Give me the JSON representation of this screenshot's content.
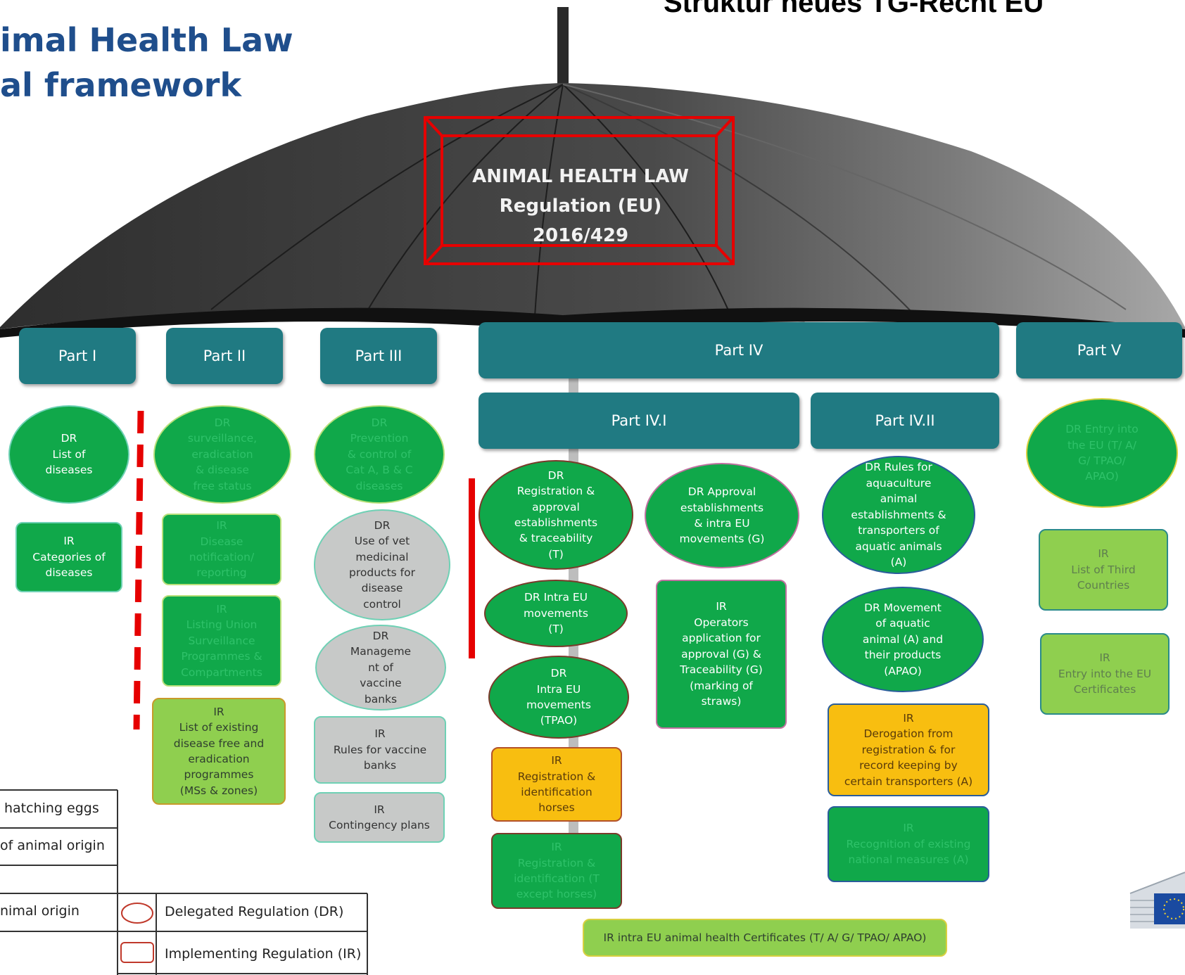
{
  "header": {
    "title_line1": "imal Health Law",
    "title_line2": "al framework",
    "top_right": "Struktur neues TG-Recht EU"
  },
  "center_box": {
    "line1": "ANIMAL HEALTH LAW",
    "line2": "Regulation (EU) 2016/429"
  },
  "parts": {
    "p1": "Part I",
    "p2": "Part II",
    "p3": "Part III",
    "p4": "Part IV",
    "p5": "Part V",
    "p41": "Part IV.I",
    "p42": "Part IV.II"
  },
  "nodes": {
    "n1": "DR\nList of\ndiseases",
    "n2": "IR\nCategories of\ndiseases",
    "n3": "DR\nsurveillance,\neradication\n& disease\nfree status",
    "n4": "IR\nDisease\nnotification/\nreporting",
    "n5": "IR\nListing Union\nSurveillance\nProgrammes &\nCompartments",
    "n6": "IR\nList of existing\ndisease free and\neradication\nprogrammes\n(MSs & zones)",
    "n7": "DR\nPrevention\n& control of\nCat A, B & C\ndiseases",
    "n8": "DR\nUse of vet\nmedicinal\nproducts for\ndisease\ncontrol",
    "n9": "DR\nManageme\nnt of\nvaccine\nbanks",
    "n10": "IR\nRules for vaccine\nbanks",
    "n11": "IR\nContingency plans",
    "n12": "DR\nRegistration &\napproval\nestablishments\n& traceability\n(T)",
    "n13": "DR Intra EU\nmovements\n(T)",
    "n14": "DR\nIntra EU\nmovements\n(TPAO)",
    "n15": "IR\nRegistration &\nidentification\nhorses",
    "n16": "IR\nRegistration &\nidentification (T\nexcept horses)",
    "n17": "DR Approval\nestablishments\n& intra EU\nmovements (G)",
    "n18": "IR\nOperators\napplication for\napproval (G) &\nTraceability (G)\n(marking of\nstraws)",
    "n19": "DR Rules for\naquaculture\nanimal\nestablishments &\ntransporters of\naquatic animals\n(A)",
    "n20": "DR Movement\nof aquatic\nanimal (A) and\ntheir products\n(APAO)",
    "n21": "IR\nDerogation from\nregistration & for\nrecord keeping by\ncertain transporters (A)",
    "n22": "IR\nRecognition of existing\nnational measures (A)",
    "n23": "DR Entry into\nthe EU (T/ A/\nG/ TPAO/\nAPAO)",
    "n24": "IR\nList of Third\nCountries",
    "n25": "IR\nEntry into the EU\nCertificates",
    "n26": "IR intra EU animal health Certificates (T/ A/ G/ TPAO/ APAO)"
  },
  "legend": {
    "row1": "hatching eggs",
    "row2": "of animal origin",
    "row3": "nimal origin",
    "dr": "Delegated Regulation (DR)",
    "ir": "Implementing Regulation (IR)"
  },
  "colors": {
    "teal": "#207a82",
    "green": "#10a84a",
    "light_green": "#8fcf4f",
    "grey": "#c7c9c8",
    "orange": "#f8be10",
    "red_highlight": "#e60000",
    "umbrella": "#3c3c3c"
  }
}
